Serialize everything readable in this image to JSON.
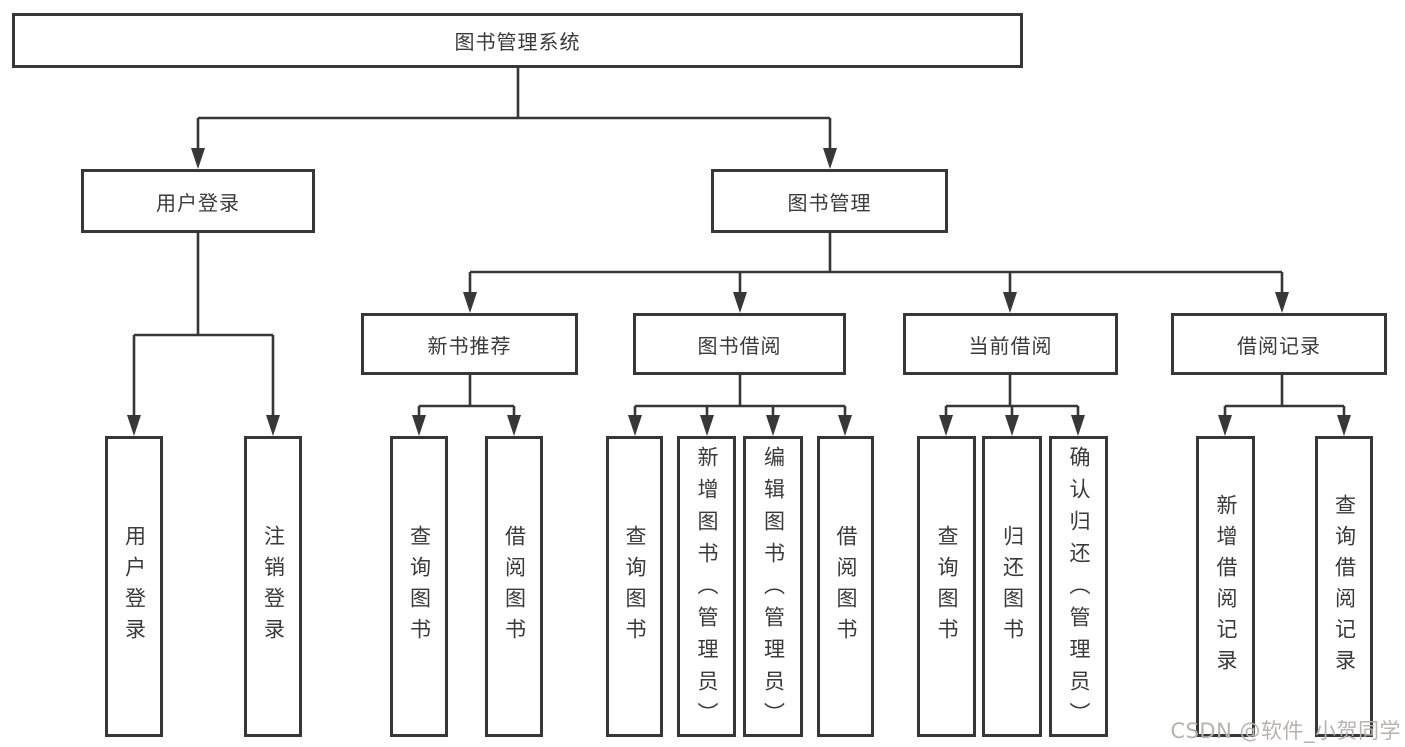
{
  "diagram": {
    "nodes": {
      "root": "图书管理系统",
      "user_login": "用户登录",
      "book_mgmt": "图书管理",
      "new_book_rec": "新书推荐",
      "book_borrow": "图书借阅",
      "current_borrow": "当前借阅",
      "borrow_record": "借阅记录",
      "leaf_user_login": "用户登录",
      "leaf_logout": "注销登录",
      "leaf_nb_query": "查询图书",
      "leaf_nb_borrow": "借阅图书",
      "leaf_bb_query": "查询图书",
      "leaf_bb_add": "新增图书（管理员）",
      "leaf_bb_edit": "编辑图书（管理员）",
      "leaf_bb_borrow": "借阅图书",
      "leaf_cb_query": "查询图书",
      "leaf_cb_return": "归还图书",
      "leaf_cb_confirm": "确认归还（管理员）",
      "leaf_br_add": "新增借阅记录",
      "leaf_br_query": "查询借阅记录"
    },
    "hierarchy": {
      "图书管理系统": {
        "用户登录": [
          "用户登录",
          "注销登录"
        ],
        "图书管理": {
          "新书推荐": [
            "查询图书",
            "借阅图书"
          ],
          "图书借阅": [
            "查询图书",
            "新增图书（管理员）",
            "编辑图书（管理员）",
            "借阅图书"
          ],
          "当前借阅": [
            "查询图书",
            "归还图书",
            "确认归还（管理员）"
          ],
          "借阅记录": [
            "新增借阅记录",
            "查询借阅记录"
          ]
        }
      }
    }
  },
  "watermark": {
    "text": "CSDN @软件_小贺同学"
  },
  "colors": {
    "line": "#373737",
    "box_border": "#373737",
    "text": "#3a3a3a",
    "background": "#ffffff",
    "watermark": "#b9b1ae"
  }
}
